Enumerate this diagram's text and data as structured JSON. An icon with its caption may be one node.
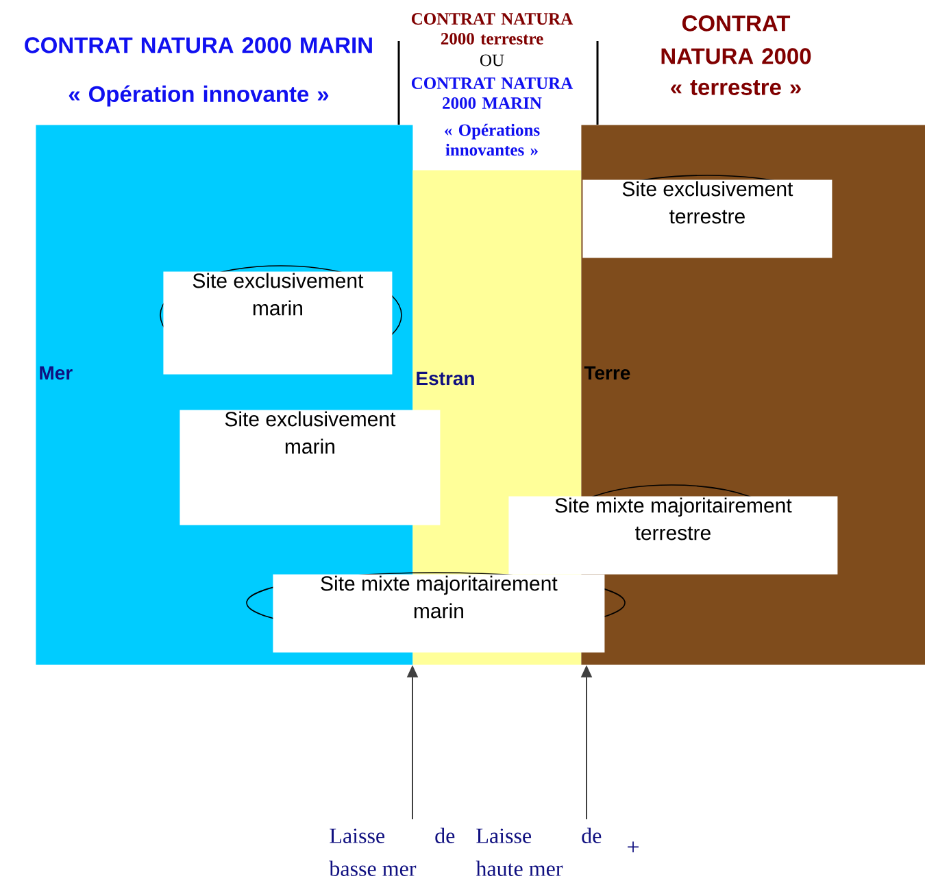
{
  "diagram": {
    "nodes": [
      {
        "text": [
          "Mer"
        ]
      },
      {
        "text": [
          "Estran"
        ]
      },
      {
        "text": [
          "Terre"
        ]
      },
      {
        "text": [
          "Site exclusivement terrestre"
        ],
        "in": 2
      },
      {
        "text": [
          "Site exclusivement marin"
        ],
        "in": 0
      },
      {
        "text": [
          "Site exclusivement marin"
        ]
      },
      {
        "text": [
          "Site mixte majoritairement terrestre"
        ]
      },
      {
        "text": [
          "Site mixte majoritairement marin"
        ]
      },
      {
        "text": [
          "Laisse de basse mer"
        ]
      },
      {
        "text": [
          "Laisse de haute mer"
        ]
      }
    ],
    "edges": [
      {
        "from": 8,
        "to": 1,
        "arrow": "to"
      },
      {
        "from": 9,
        "to": 1,
        "arrow": "to"
      }
    ],
    "labels": [
      "CONTRAT NATURA 2000 MARIN",
      "« Opération innovante »",
      "CONTRAT NATURA 2000 terrestre",
      "OU",
      "CONTRAT NATURA 2000 MARIN",
      "« Opérations innovantes »",
      "CONTRAT NATURA 2000",
      "« terrestre »",
      "+"
    ]
  }
}
